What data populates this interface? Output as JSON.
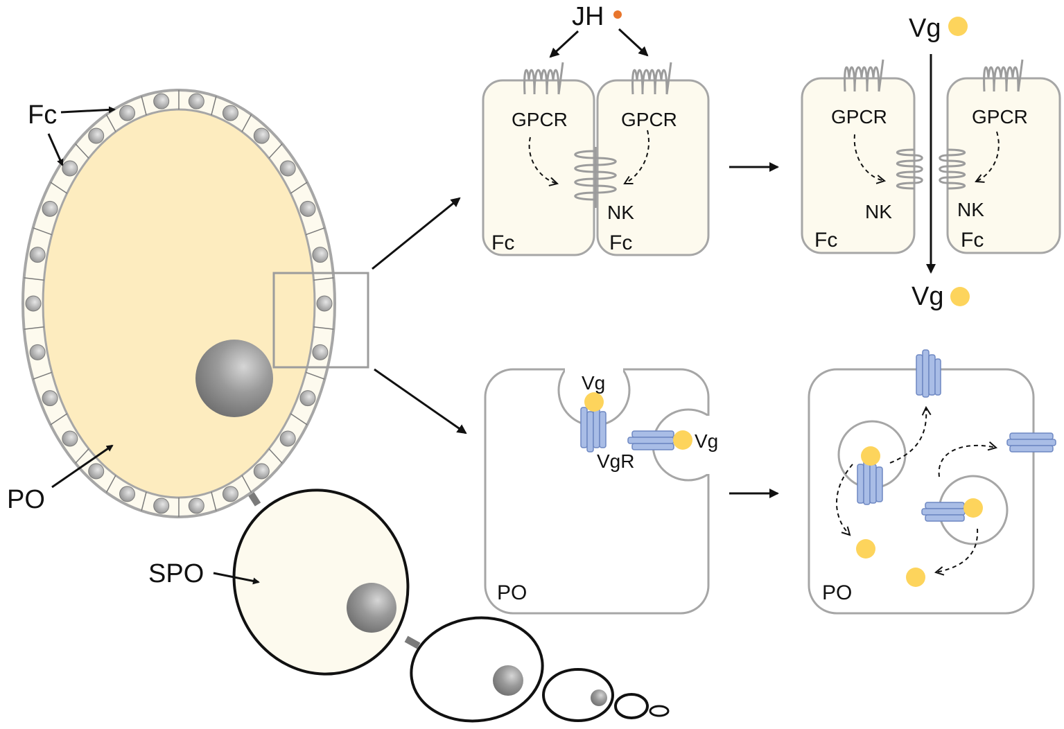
{
  "labels": {
    "fc": "Fc",
    "po": "PO",
    "spo": "SPO",
    "jh": "JH",
    "gpcr": "GPCR",
    "nk": "NK",
    "vg": "Vg",
    "vgr": "VgR"
  },
  "colors": {
    "oocyte_yolk": "#fdecbf",
    "follicle_fill": "#fdfaee",
    "outline_gray": "#a6a6a6",
    "vg_yellow": "#fdd45c",
    "jh_orange": "#e8762d",
    "receptor_blue": "#a9bde6",
    "nucleus_gray": "#8f8f8f"
  }
}
